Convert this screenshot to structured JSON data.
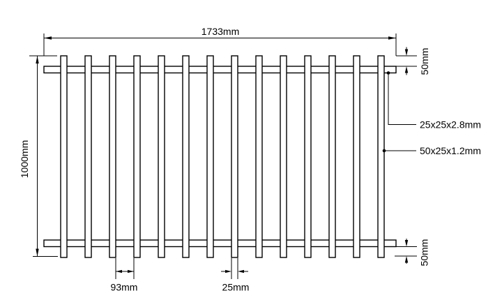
{
  "diagram": {
    "type": "technical-drawing",
    "subject": "fence-panel-elevation",
    "dimensions": {
      "overall_width": "1733mm",
      "overall_height": "1000mm",
      "picket_top_extension": "50mm",
      "picket_bottom_extension": "50mm",
      "picket_gap": "93mm",
      "picket_width": "25mm"
    },
    "callouts": {
      "upper": "25x25x2.8mm",
      "lower": "50x25x1.2mm"
    },
    "structure": {
      "picket_count": 14,
      "rail_count": 2
    },
    "colors": {
      "line": "#000000",
      "background": "#ffffff"
    }
  }
}
